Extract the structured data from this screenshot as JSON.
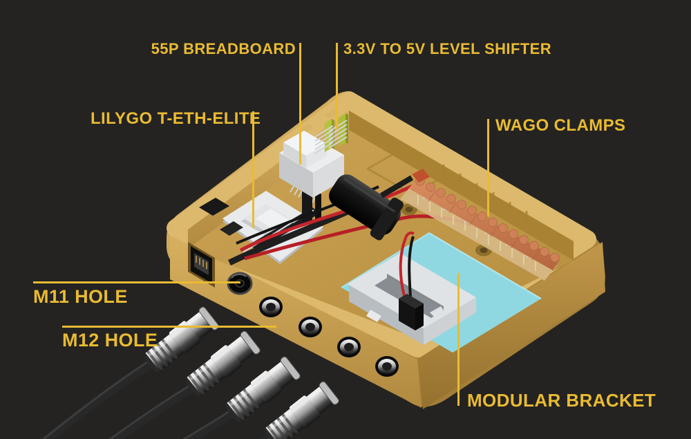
{
  "labels": {
    "breadboard": "55P BREADBOARD",
    "level_shifter": "3.3V TO 5V LEVEL SHIFTER",
    "controller": "LILYGO T-ETH-ELITE",
    "wago": "WAGO CLAMPS",
    "m11": "M11 HOLE",
    "m12": "M12 HOLE",
    "bracket": "MODULAR BRACKET"
  },
  "colors": {
    "background": "#242321",
    "label_text": "#E9BB33",
    "leader_line": "#E9BB33",
    "enclosure_gold": "#C79D4E",
    "bracket_plate_blue": "#8FD8E2",
    "wago_copper": "#C67F55",
    "pcb_white": "#E8EAEC",
    "level_shifter_green": "#B5C43A",
    "cable_black": "#282828",
    "gland_chrome": "#C9C9C9"
  }
}
